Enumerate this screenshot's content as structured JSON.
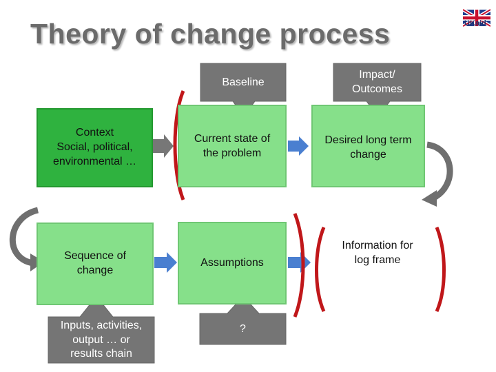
{
  "title": "Theory of change process",
  "logo": {
    "text": "UKaid"
  },
  "boxes": {
    "baseline": "Baseline",
    "impact": "Impact/\nOutcomes",
    "context": "Context\nSocial, political,\nenvironmental …",
    "current_state": "Current state of\nthe problem",
    "desired": "Desired long term\nchange",
    "sequence": "Sequence of\nchange",
    "assumptions": "Assumptions",
    "information": "Information for\nlog frame",
    "inputs": "Inputs, activities,\noutput … or\nresults chain",
    "question": "?"
  },
  "colors": {
    "box_green": "#86e08a",
    "box_dark_green": "#2fb23f",
    "arrow_blue": "#4a7fd0",
    "bracket_red": "#c0171a",
    "grey": "#757575"
  }
}
